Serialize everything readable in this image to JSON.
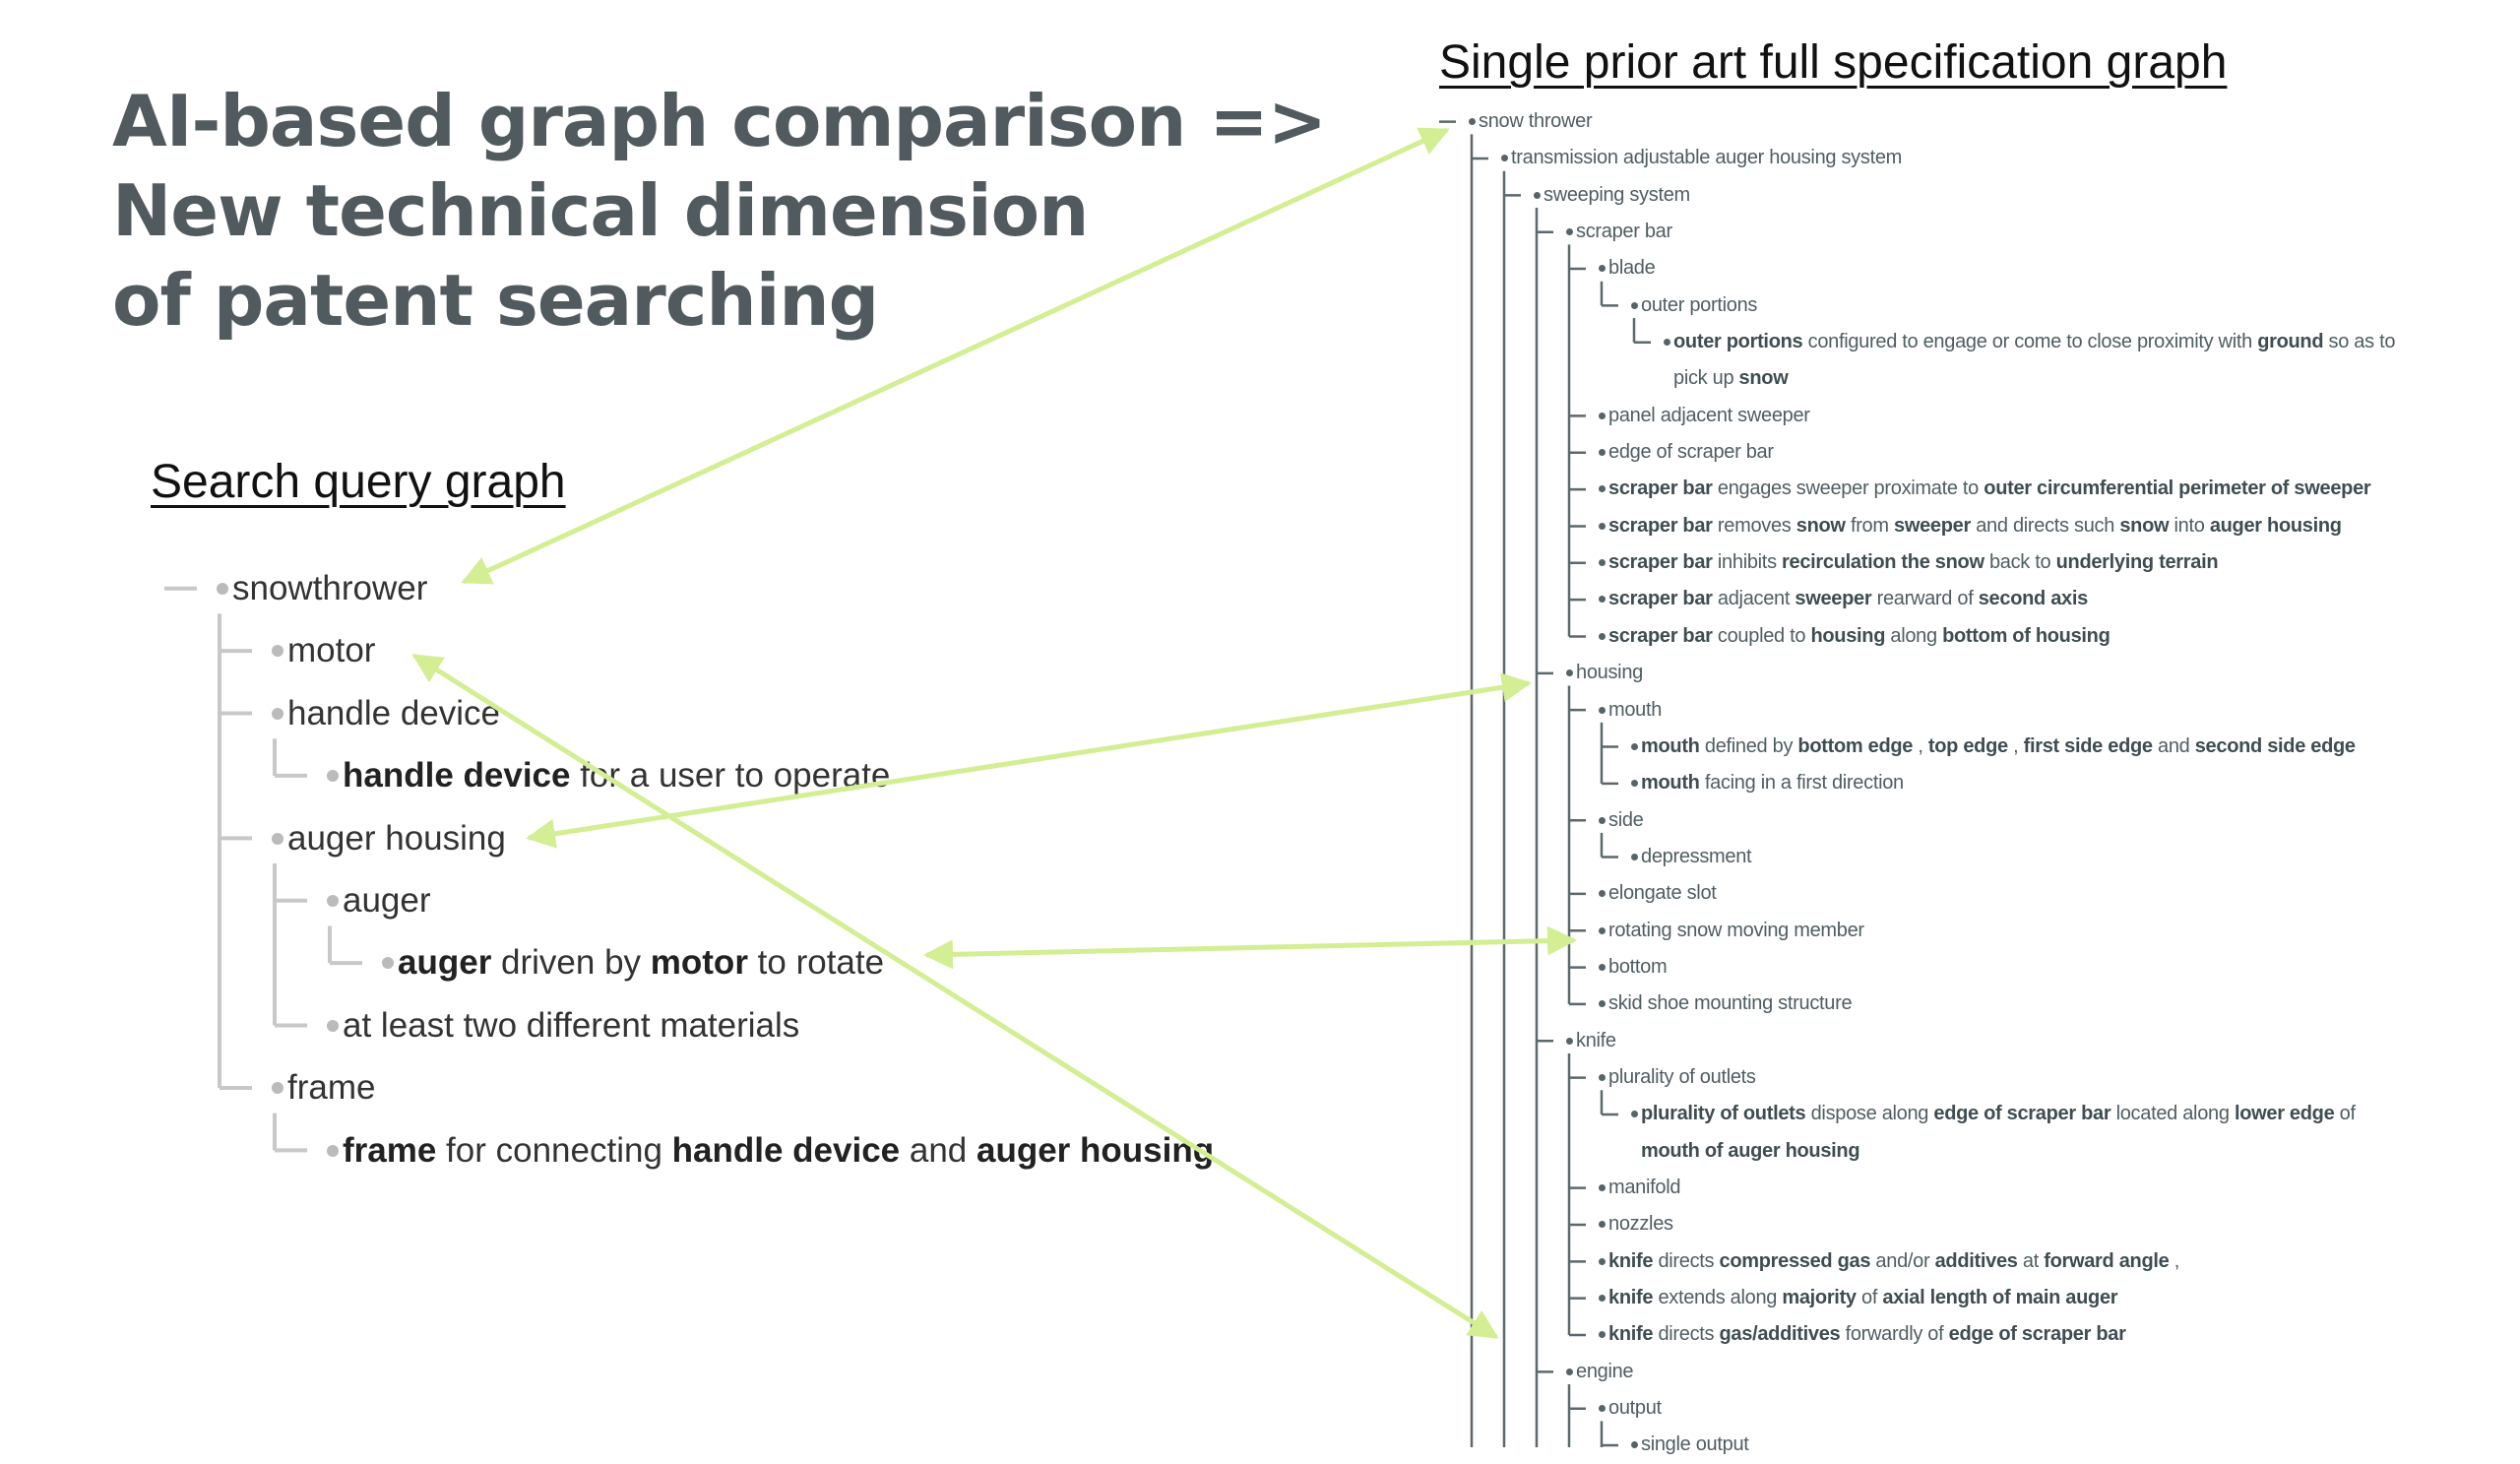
{
  "title_lines": [
    "AI-based graph comparison =>",
    "New technical dimension",
    "of patent searching"
  ],
  "search_query_graph": {
    "title": "Search query graph",
    "nodes": [
      {
        "level": 0,
        "segments": [
          {
            "t": "snowthrower",
            "b": false
          }
        ]
      },
      {
        "level": 1,
        "segments": [
          {
            "t": "motor",
            "b": false
          }
        ]
      },
      {
        "level": 1,
        "segments": [
          {
            "t": "handle device",
            "b": false
          }
        ]
      },
      {
        "level": 2,
        "segments": [
          {
            "t": "handle device",
            "b": true
          },
          {
            "t": " for a user to operate",
            "b": false
          }
        ]
      },
      {
        "level": 1,
        "segments": [
          {
            "t": "auger housing",
            "b": false
          }
        ]
      },
      {
        "level": 2,
        "segments": [
          {
            "t": "auger",
            "b": false
          }
        ]
      },
      {
        "level": 3,
        "segments": [
          {
            "t": "auger",
            "b": true
          },
          {
            "t": " driven by ",
            "b": false
          },
          {
            "t": "motor",
            "b": true
          },
          {
            "t": " to rotate",
            "b": false
          }
        ]
      },
      {
        "level": 2,
        "segments": [
          {
            "t": "at least two different materials",
            "b": false
          }
        ]
      },
      {
        "level": 1,
        "segments": [
          {
            "t": "frame",
            "b": false
          }
        ]
      },
      {
        "level": 2,
        "segments": [
          {
            "t": "frame",
            "b": true
          },
          {
            "t": " for connecting ",
            "b": false
          },
          {
            "t": "handle device",
            "b": true
          },
          {
            "t": " and ",
            "b": false
          },
          {
            "t": "auger housing",
            "b": true
          }
        ]
      }
    ]
  },
  "prior_art_graph": {
    "title": "Single prior art full specification graph",
    "nodes": [
      {
        "level": 0,
        "segments": [
          {
            "t": "snow thrower",
            "b": false
          }
        ]
      },
      {
        "level": 1,
        "segments": [
          {
            "t": "transmission adjustable auger housing system",
            "b": false
          }
        ]
      },
      {
        "level": 2,
        "segments": [
          {
            "t": "sweeping system",
            "b": false
          }
        ]
      },
      {
        "level": 3,
        "segments": [
          {
            "t": "scraper bar",
            "b": false
          }
        ]
      },
      {
        "level": 4,
        "segments": [
          {
            "t": "blade",
            "b": false
          }
        ]
      },
      {
        "level": 5,
        "segments": [
          {
            "t": "outer portions",
            "b": false
          }
        ]
      },
      {
        "level": 6,
        "segments": [
          {
            "t": "outer portions",
            "b": true
          },
          {
            "t": " configured to engage or come to close proximity with ",
            "b": false
          },
          {
            "t": "ground",
            "b": true
          },
          {
            "t": " so as to pick up ",
            "b": false
          },
          {
            "t": "snow",
            "b": true
          }
        ]
      },
      {
        "level": 4,
        "segments": [
          {
            "t": "panel adjacent sweeper",
            "b": false
          }
        ]
      },
      {
        "level": 4,
        "segments": [
          {
            "t": "edge of scraper bar",
            "b": false
          }
        ]
      },
      {
        "level": 4,
        "segments": [
          {
            "t": "scraper bar",
            "b": true
          },
          {
            "t": " engages sweeper proximate to ",
            "b": false
          },
          {
            "t": "outer circumferential perimeter of sweeper",
            "b": true
          }
        ]
      },
      {
        "level": 4,
        "segments": [
          {
            "t": "scraper bar",
            "b": true
          },
          {
            "t": " removes ",
            "b": false
          },
          {
            "t": "snow",
            "b": true
          },
          {
            "t": " from ",
            "b": false
          },
          {
            "t": "sweeper",
            "b": true
          },
          {
            "t": " and directs such ",
            "b": false
          },
          {
            "t": "snow",
            "b": true
          },
          {
            "t": " into ",
            "b": false
          },
          {
            "t": "auger housing",
            "b": true
          }
        ]
      },
      {
        "level": 4,
        "segments": [
          {
            "t": "scraper bar",
            "b": true
          },
          {
            "t": " inhibits ",
            "b": false
          },
          {
            "t": "recirculation the snow",
            "b": true
          },
          {
            "t": " back to ",
            "b": false
          },
          {
            "t": "underlying terrain",
            "b": true
          }
        ]
      },
      {
        "level": 4,
        "segments": [
          {
            "t": "scraper bar",
            "b": true
          },
          {
            "t": " adjacent ",
            "b": false
          },
          {
            "t": "sweeper",
            "b": true
          },
          {
            "t": " rearward of ",
            "b": false
          },
          {
            "t": "second axis",
            "b": true
          }
        ]
      },
      {
        "level": 4,
        "segments": [
          {
            "t": "scraper bar",
            "b": true
          },
          {
            "t": " coupled to ",
            "b": false
          },
          {
            "t": "housing",
            "b": true
          },
          {
            "t": " along ",
            "b": false
          },
          {
            "t": "bottom of housing",
            "b": true
          }
        ]
      },
      {
        "level": 3,
        "segments": [
          {
            "t": "housing",
            "b": false
          }
        ]
      },
      {
        "level": 4,
        "segments": [
          {
            "t": "mouth",
            "b": false
          }
        ]
      },
      {
        "level": 5,
        "segments": [
          {
            "t": "mouth",
            "b": true
          },
          {
            "t": " defined by ",
            "b": false
          },
          {
            "t": "bottom edge",
            "b": true
          },
          {
            "t": " , ",
            "b": false
          },
          {
            "t": "top edge",
            "b": true
          },
          {
            "t": " , ",
            "b": false
          },
          {
            "t": "first side edge",
            "b": true
          },
          {
            "t": " and ",
            "b": false
          },
          {
            "t": "second side edge",
            "b": true
          }
        ]
      },
      {
        "level": 5,
        "segments": [
          {
            "t": "mouth",
            "b": true
          },
          {
            "t": " facing in a first direction",
            "b": false
          }
        ]
      },
      {
        "level": 4,
        "segments": [
          {
            "t": "side",
            "b": false
          }
        ]
      },
      {
        "level": 5,
        "segments": [
          {
            "t": "depressment",
            "b": false
          }
        ]
      },
      {
        "level": 4,
        "segments": [
          {
            "t": "elongate slot",
            "b": false
          }
        ]
      },
      {
        "level": 4,
        "segments": [
          {
            "t": "rotating snow moving member",
            "b": false
          }
        ]
      },
      {
        "level": 4,
        "segments": [
          {
            "t": "bottom",
            "b": false
          }
        ]
      },
      {
        "level": 4,
        "segments": [
          {
            "t": "skid shoe mounting structure",
            "b": false
          }
        ]
      },
      {
        "level": 3,
        "segments": [
          {
            "t": "knife",
            "b": false
          }
        ]
      },
      {
        "level": 4,
        "segments": [
          {
            "t": "plurality of outlets",
            "b": false
          }
        ]
      },
      {
        "level": 5,
        "segments": [
          {
            "t": "plurality of outlets",
            "b": true
          },
          {
            "t": " dispose along ",
            "b": false
          },
          {
            "t": "edge of scraper bar",
            "b": true
          },
          {
            "t": " located along ",
            "b": false
          },
          {
            "t": "lower edge",
            "b": true
          },
          {
            "t": " of ",
            "b": false
          },
          {
            "t": "mouth of auger housing",
            "b": true
          }
        ]
      },
      {
        "level": 4,
        "segments": [
          {
            "t": "manifold",
            "b": false
          }
        ]
      },
      {
        "level": 4,
        "segments": [
          {
            "t": "nozzles",
            "b": false
          }
        ]
      },
      {
        "level": 4,
        "segments": [
          {
            "t": "knife",
            "b": true
          },
          {
            "t": " directs ",
            "b": false
          },
          {
            "t": "compressed gas",
            "b": true
          },
          {
            "t": " and/or ",
            "b": false
          },
          {
            "t": "additives",
            "b": true
          },
          {
            "t": " at ",
            "b": false
          },
          {
            "t": "forward angle",
            "b": true
          },
          {
            "t": " ,",
            "b": false
          }
        ]
      },
      {
        "level": 4,
        "segments": [
          {
            "t": "knife",
            "b": true
          },
          {
            "t": " extends along ",
            "b": false
          },
          {
            "t": "majority",
            "b": true
          },
          {
            "t": " of ",
            "b": false
          },
          {
            "t": "axial length of main auger",
            "b": true
          }
        ]
      },
      {
        "level": 4,
        "segments": [
          {
            "t": "knife",
            "b": true
          },
          {
            "t": " directs ",
            "b": false
          },
          {
            "t": "gas/additives",
            "b": true
          },
          {
            "t": " forwardly of ",
            "b": false
          },
          {
            "t": "edge of scraper bar",
            "b": true
          }
        ]
      },
      {
        "level": 3,
        "segments": [
          {
            "t": "engine",
            "b": false
          }
        ]
      },
      {
        "level": 4,
        "segments": [
          {
            "t": "output",
            "b": false
          }
        ]
      },
      {
        "level": 5,
        "segments": [
          {
            "t": "single output",
            "b": false
          }
        ]
      }
    ]
  },
  "colors": {
    "arrow": "#d3ee93",
    "title": "#515b5f",
    "left_line": "#c8c8c8",
    "right_line": "#5d686c"
  },
  "mappings": [
    {
      "from": "snowthrower",
      "to": "snow thrower"
    },
    {
      "from": "auger housing",
      "to": "housing"
    },
    {
      "from": "auger",
      "to": "rotating snow moving member"
    },
    {
      "from": "motor",
      "to": "engine"
    }
  ]
}
